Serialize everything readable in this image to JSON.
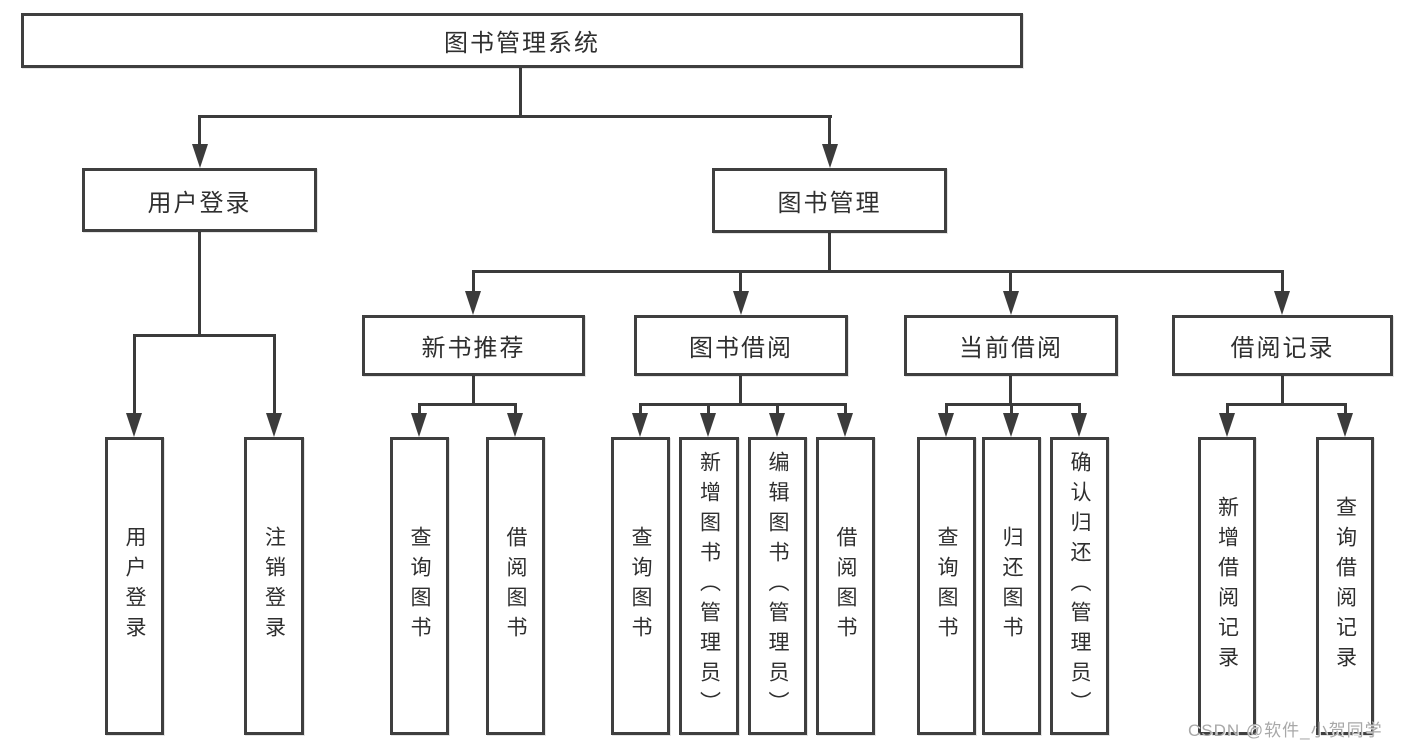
{
  "diagram": {
    "root": {
      "label": "图书管理系统"
    },
    "branches": [
      {
        "label": "用户登录",
        "children": [
          {
            "label": "用户登录"
          },
          {
            "label": "注销登录"
          }
        ]
      },
      {
        "label": "图书管理",
        "children": [
          {
            "label": "新书推荐",
            "children": [
              {
                "label": "查询图书"
              },
              {
                "label": "借阅图书"
              }
            ]
          },
          {
            "label": "图书借阅",
            "children": [
              {
                "label": "查询图书"
              },
              {
                "label": "新增图书（管理员）"
              },
              {
                "label": "编辑图书（管理员）"
              },
              {
                "label": "借阅图书"
              }
            ]
          },
          {
            "label": "当前借阅",
            "children": [
              {
                "label": "查询图书"
              },
              {
                "label": "归还图书"
              },
              {
                "label": "确认归还（管理员）"
              }
            ]
          },
          {
            "label": "借阅记录",
            "children": [
              {
                "label": "新增借阅记录"
              },
              {
                "label": "查询借阅记录"
              }
            ]
          }
        ]
      }
    ]
  },
  "watermark": {
    "text": "CSDN @软件_小贺同学"
  },
  "style": {
    "line_color": "#3b3b3b",
    "border_color": "#3f3f3f",
    "text_color": "#2f2f2f",
    "watermark_color": "#a8a8a8",
    "background": "#ffffff"
  }
}
